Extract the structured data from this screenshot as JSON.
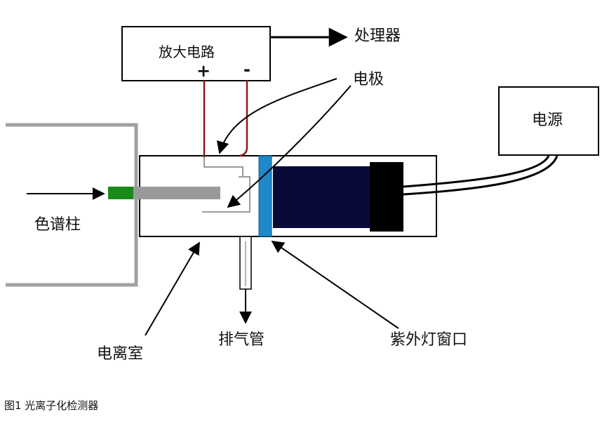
{
  "amplifier_label": "放大电路",
  "amplifier_plus": "+",
  "amplifier_minus": "-",
  "processor_label": "处理器",
  "electrode_label": "电极",
  "power_label": "电源",
  "column_label": "色谱柱",
  "chamber_label": "电离室",
  "exhaust_label": "排气管",
  "uv_window_label": "紫外灯窗口",
  "caption": "图1 光离子化检测器",
  "colors": {
    "wire_red": "#8b1a1a",
    "column_green": "#1a8a1a",
    "electrode_gray": "#9a9a9a",
    "uv_window_blue": "#1e88c8",
    "lamp_body_navy": "#0a0a3a",
    "lamp_cap_black": "#000000",
    "oven_gray": "#a0a0a0"
  }
}
